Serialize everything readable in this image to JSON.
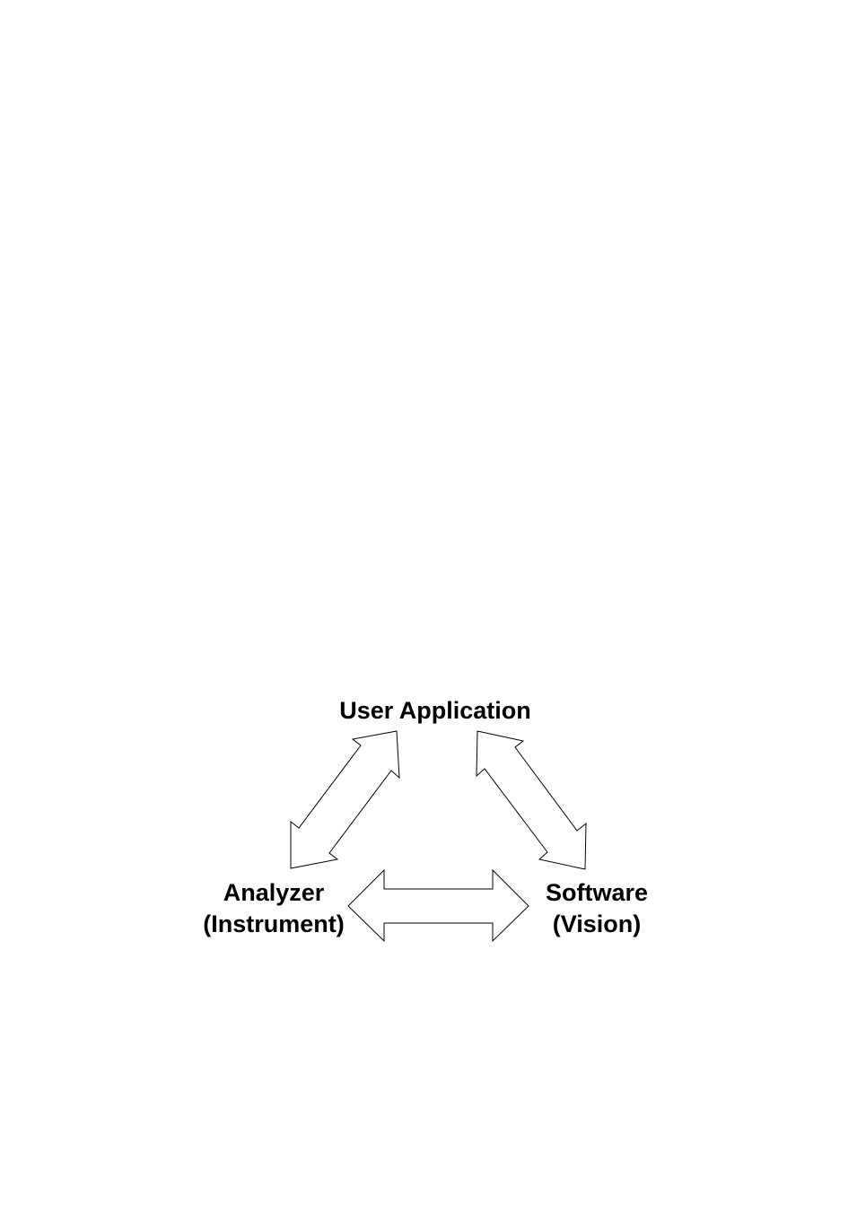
{
  "diagram": {
    "nodes": {
      "user_application": {
        "label": "User Application"
      },
      "analyzer": {
        "line1": "Analyzer",
        "line2": "(Instrument)"
      },
      "software": {
        "line1": "Software",
        "line2": "(Vision)"
      }
    },
    "edges": [
      {
        "from": "user_application",
        "to": "analyzer",
        "direction": "bidirectional"
      },
      {
        "from": "user_application",
        "to": "software",
        "direction": "bidirectional"
      },
      {
        "from": "analyzer",
        "to": "software",
        "direction": "bidirectional"
      }
    ],
    "colors": {
      "stroke": "#000000",
      "fill": "#ffffff",
      "text": "#000000"
    }
  }
}
